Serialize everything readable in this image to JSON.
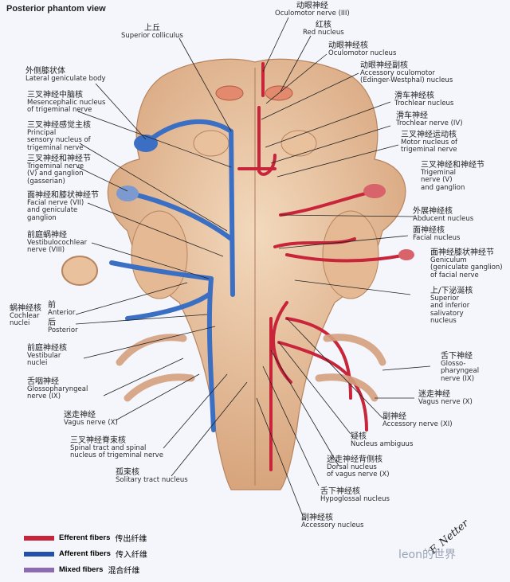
{
  "title": "Posterior phantom view",
  "labels": {
    "oculomotor_nerve": {
      "zh": "动眼神经",
      "en": "Oculomotor nerve (III)"
    },
    "red_nucleus": {
      "zh": "红核",
      "en": "Red nucleus"
    },
    "oculomotor_nucleus": {
      "zh": "动眼神经核",
      "en": "Oculomotor nucleus"
    },
    "accessory_oculomotor": {
      "zh": "动眼神经副核",
      "en": "Accessory oculomotor",
      "en2": "(Edinger-Westphal) nucleus"
    },
    "trochlear_nucleus": {
      "zh": "滑车神经核",
      "en": "Trochlear nucleus"
    },
    "trochlear_nerve": {
      "zh": "滑车神经",
      "en": "Trochlear nerve (IV)"
    },
    "motor_trigeminal": {
      "zh": "三叉神经运动核",
      "en": "Motor nucleus of",
      "en2": "trigeminal nerve"
    },
    "trigeminal_ganglion_r": {
      "zh": "三叉神经和神经节",
      "en": "Trigeminal",
      "en2": "nerve (V)",
      "en3": "and ganglion"
    },
    "abducent": {
      "zh": "外展神经核",
      "en": "Abducent nucleus"
    },
    "facial_nucleus": {
      "zh": "面神经核",
      "en": "Facial nucleus"
    },
    "geniculum": {
      "zh": "面神经膝状神经节",
      "en": "Geniculum",
      "en2": "(geniculate ganglion)",
      "en3": "of facial nerve"
    },
    "salivatory": {
      "zh": "上/下泌涎核",
      "en": "Superior",
      "en2": "and inferior",
      "en3": "salivatory",
      "en4": "nucleus"
    },
    "glossopharyngeal_r": {
      "zh": "舌下神经",
      "en": "Glosso-",
      "en2": "pharyngeal",
      "en3": "nerve (IX)"
    },
    "vagus_r": {
      "zh": "迷走神经",
      "en": "Vagus nerve (X)"
    },
    "accessory_nerve": {
      "zh": "副神经",
      "en": "Accessory nerve (XI)"
    },
    "nucleus_ambiguus": {
      "zh": "疑核",
      "en": "Nucleus ambiguus"
    },
    "dorsal_vagus": {
      "zh": "迷走神经背侧核",
      "en": "Dorsal nucleus",
      "en2": "of vagus nerve (X)"
    },
    "hypoglossal": {
      "zh": "舌下神经核",
      "en": "Hypoglossal nucleus"
    },
    "accessory_nucleus": {
      "zh": "副神经核",
      "en": "Accessory nucleus"
    },
    "superior_colliculus": {
      "zh": "上丘",
      "en": "Superior colliculus"
    },
    "lateral_geniculate": {
      "zh": "外侧膝状体",
      "en": "Lateral geniculate body"
    },
    "mesencephalic": {
      "zh": "三叉神经中脑核",
      "en": "Mesencephalic nucleus",
      "en2": "of trigeminal nerve"
    },
    "principal_sensory": {
      "zh": "三叉神经感觉主核",
      "en": "Principal",
      "en2": "sensory nucleus of",
      "en3": "trigeminal nerve"
    },
    "trigeminal_ganglion_l": {
      "zh": "三叉神经和神经节",
      "en": "Trigeminal nerve",
      "en2": "(V) and ganglion",
      "en3": "(gasserian)"
    },
    "facial_nerve_l": {
      "zh": "面神经和膝状神经节",
      "en": "Facial nerve (VII)",
      "en2": "and geniculate",
      "en3": "ganglion"
    },
    "vestibulocochlear": {
      "zh": "前庭蜗神经",
      "en": "Vestibulocochlear",
      "en2": "nerve (VIII)"
    },
    "cochlear_nuclei": {
      "zh": "蜗神经核",
      "en": "Cochlear",
      "en2": "nuclei"
    },
    "anterior": {
      "zh": "前",
      "en": "Anterior"
    },
    "posterior": {
      "zh": "后",
      "en": "Posterior"
    },
    "vestibular": {
      "zh": "前庭神经核",
      "en": "Vestibular",
      "en2": "nuclei"
    },
    "glossopharyngeal_l": {
      "zh": "舌咽神经",
      "en": "Glossopharyngeal",
      "en2": "nerve (IX)"
    },
    "vagus_l": {
      "zh": "迷走神经",
      "en": "Vagus nerve (X)"
    },
    "spinal_trigeminal": {
      "zh": "三叉神经脊束核",
      "en": "Spinal tract and spinal",
      "en2": "nucleus of trigeminal nerve"
    },
    "solitary": {
      "zh": "孤束核",
      "en": "Solitary tract nucleus"
    }
  },
  "legend": [
    {
      "en": "Efferent fibers",
      "zh": "传出纤维",
      "color": "#c8243a"
    },
    {
      "en": "Afferent fibers",
      "zh": "传入纤维",
      "color": "#2452a8"
    },
    {
      "en": "Mixed fibers",
      "zh": "混合纤维",
      "color": "#8e6bb0"
    }
  ],
  "signature": "F. Netter",
  "watermark": "leon的世界",
  "colors": {
    "tissue": "#ecc9a6",
    "tissue_dark": "#d9a57e",
    "efferent": "#c8243a",
    "afferent": "#3b6fc4"
  }
}
